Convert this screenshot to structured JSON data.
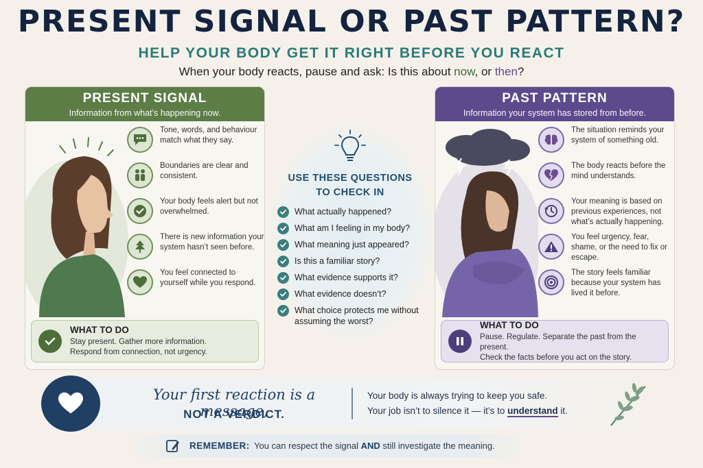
{
  "header": {
    "title": "PRESENT SIGNAL OR PAST PATTERN?",
    "subtitle": "HELP YOUR BODY GET IT RIGHT BEFORE YOU REACT",
    "question_pre": "When your body reacts, pause and ask: Is this about ",
    "question_now": "now",
    "question_mid": ", or ",
    "question_then": "then",
    "question_post": "?"
  },
  "present": {
    "title": "PRESENT SIGNAL",
    "description": "Information from what’s happening now.",
    "items": [
      {
        "icon": "speech-bubble-icon",
        "text": "Tone, words, and behaviour match what they say."
      },
      {
        "icon": "two-people-icon",
        "text": "Boundaries are clear and consistent."
      },
      {
        "icon": "check-icon",
        "text": "Your body feels alert but not overwhelmed."
      },
      {
        "icon": "tree-icon",
        "text": "There is new information your system hasn’t seen before."
      },
      {
        "icon": "heart-icon",
        "text": "You feel connected to yourself while you respond."
      }
    ],
    "todo_title": "WHAT TO DO",
    "todo_line1": "Stay present. Gather more information.",
    "todo_line2": "Respond from connection, not urgency."
  },
  "past": {
    "title": "PAST PATTERN",
    "description": "Information your system has stored from before.",
    "items": [
      {
        "icon": "brain-icon",
        "text": "The situation reminds your system of something old."
      },
      {
        "icon": "broken-heart-icon",
        "text": "The body reacts before the mind understands."
      },
      {
        "icon": "clock-history-icon",
        "text": "Your meaning is based on previous experiences, not what’s actually happening."
      },
      {
        "icon": "warning-icon",
        "text": "You feel urgency, fear, shame, or the need to fix or escape."
      },
      {
        "icon": "target-icon",
        "text": "The story feels familiar because your system has lived it before."
      }
    ],
    "todo_title": "WHAT TO DO",
    "todo_line1": "Pause. Regulate. Separate the past from the present.",
    "todo_line2": "Check the facts before you act on the story."
  },
  "questions": {
    "title_line1": "USE THESE QUESTIONS",
    "title_line2": "TO CHECK IN",
    "items": [
      "What actually happened?",
      "What am I feeling in my body?",
      "What meaning just appeared?",
      "Is this a familiar story?",
      "What evidence supports it?",
      "What evidence doesn’t?",
      "What choice protects me without assuming the worst?"
    ]
  },
  "banner": {
    "quote_line1": "Your first reaction is a message,",
    "quote_line2": "NOT A VERDICT.",
    "side_line1": "Your body is always trying to keep you safe.",
    "side_line2_pre": "Your job isn’t to silence it — it’s to ",
    "side_line2_em": "understand",
    "side_line2_post": " it."
  },
  "remember": {
    "label": "REMEMBER:",
    "text_pre": "You can respect the signal ",
    "text_em": "AND",
    "text_post": " still investigate the meaning."
  },
  "colors": {
    "navy": "#14233f",
    "teal": "#2a7a78",
    "green": "#5c7d45",
    "purple": "#5b4a8c",
    "bg": "#f5f1ea"
  }
}
